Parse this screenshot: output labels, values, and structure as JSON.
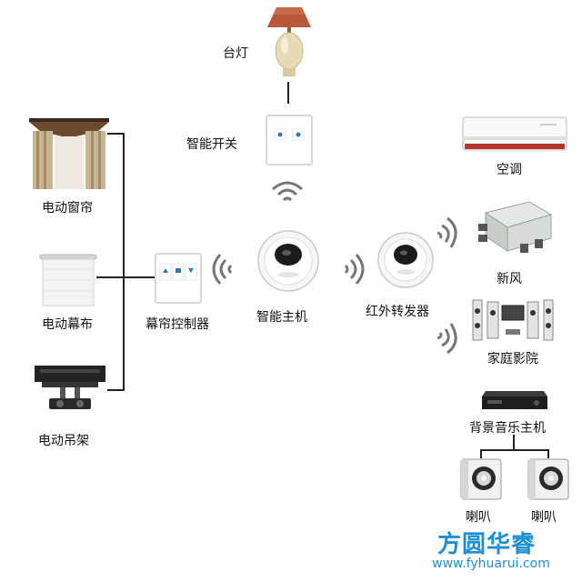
{
  "labels": {
    "table_lamp": "台灯",
    "smart_switch": "智能开关",
    "curtain": "电动窗帘",
    "screen": "电动幕布",
    "projector_mount": "电动吊架",
    "curtain_controller": "幕帘控制器",
    "smart_host": "智能主机",
    "ir_transmitter": "红外转发器",
    "air_conditioner": "空调",
    "fresh_air": "新风",
    "home_theater": "家庭影院",
    "bg_music_host": "背景音乐主机",
    "speaker_left": "喇叭",
    "speaker_right": "喇叭"
  },
  "brand": {
    "name": "方圆华睿",
    "url": "www.fyhuarui.com"
  },
  "colors": {
    "brand_blue": "#1e8fd6",
    "line": "#222222",
    "wave": "#777777"
  },
  "icons": {
    "table_lamp": "table-lamp-icon",
    "smart_switch": "wall-switch-icon",
    "curtain": "curtain-icon",
    "screen": "projector-screen-icon",
    "projector_mount": "projector-mount-icon",
    "curtain_controller": "three-gang-switch-icon",
    "smart_host": "round-hub-icon",
    "ir_transmitter": "ir-blaster-icon",
    "air_conditioner": "air-conditioner-icon",
    "fresh_air": "fresh-air-unit-icon",
    "home_theater": "home-theater-icon",
    "bg_music_host": "music-host-icon",
    "speaker": "speaker-icon",
    "wireless": "wireless-wave-icon"
  }
}
